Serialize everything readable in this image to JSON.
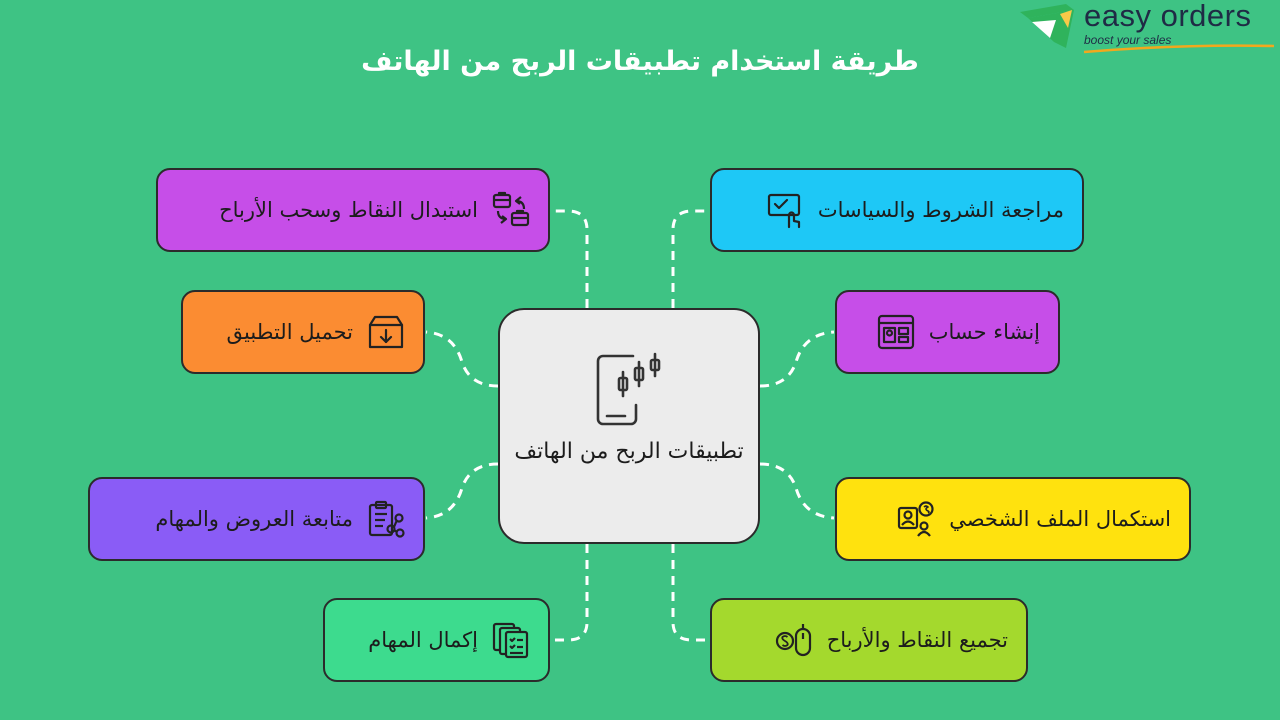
{
  "title": "طريقة استخدام تطبيقات الربح من الهاتف",
  "logo": {
    "name": "easy orders",
    "tagline": "boost your sales"
  },
  "center": {
    "label": "تطبيقات الربح من الهاتف",
    "icon": "phone-chart-icon"
  },
  "nodes": {
    "terms": {
      "label": "مراجعة الشروط والسياسات",
      "icon": "checklist-touch-icon",
      "color": "#1ec8f6"
    },
    "account": {
      "label": "إنشاء حساب",
      "icon": "browser-window-icon",
      "color": "#c64ee8"
    },
    "profile": {
      "label": "استكمال الملف الشخصي",
      "icon": "user-profile-icon",
      "color": "#ffe20e"
    },
    "collect": {
      "label": "تجميع النقاط والأرباح",
      "icon": "mouse-dollar-icon",
      "color": "#a4d92d"
    },
    "exchange": {
      "label": "استبدال النقاط وسحب الأرباح",
      "icon": "briefcase-exchange-icon",
      "color": "#c64ee8"
    },
    "download": {
      "label": "تحميل التطبيق",
      "icon": "download-box-icon",
      "color": "#fb8c32"
    },
    "follow": {
      "label": "متابعة العروض والمهام",
      "icon": "clipboard-network-icon",
      "color": "#8a5cf6"
    },
    "complete": {
      "label": "إكمال المهام",
      "icon": "task-list-icon",
      "color": "#3ddb8e"
    }
  }
}
